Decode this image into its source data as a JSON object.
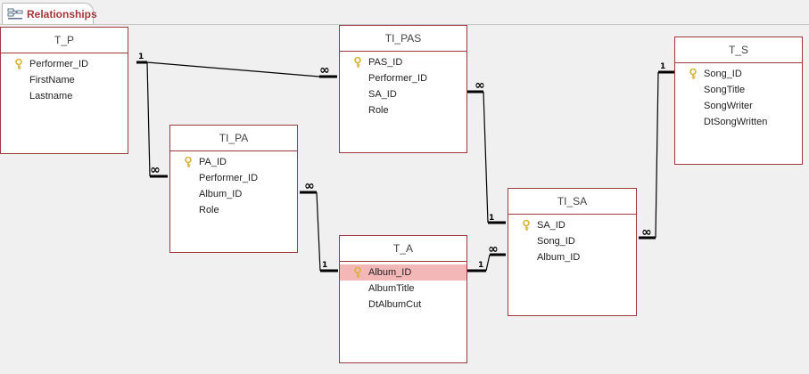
{
  "tab": {
    "label": "Relationships"
  },
  "tables": {
    "t_p": {
      "title": "T_P",
      "fields": [
        "Performer_ID",
        "FirstName",
        "Lastname"
      ]
    },
    "ti_pas": {
      "title": "TI_PAS",
      "fields": [
        "PAS_ID",
        "Performer_ID",
        "SA_ID",
        "Role"
      ]
    },
    "t_s": {
      "title": "T_S",
      "fields": [
        "Song_ID",
        "SongTitle",
        "SongWriter",
        "DtSongWritten"
      ]
    },
    "ti_pa": {
      "title": "TI_PA",
      "fields": [
        "PA_ID",
        "Performer_ID",
        "Album_ID",
        "Role"
      ]
    },
    "ti_sa": {
      "title": "TI_SA",
      "fields": [
        "SA_ID",
        "Song_ID",
        "Album_ID"
      ]
    },
    "t_a": {
      "title": "T_A",
      "fields": [
        "Album_ID",
        "AlbumTitle",
        "DtAlbumCut"
      ]
    }
  },
  "relationships": {
    "one_symbol": "1",
    "many_symbol": "∞"
  },
  "colors": {
    "table_border": "#9b3b3f",
    "tab_label": "#a4373a",
    "selected_field": "#f4b7b7",
    "key_icon": "#d8b23a"
  }
}
